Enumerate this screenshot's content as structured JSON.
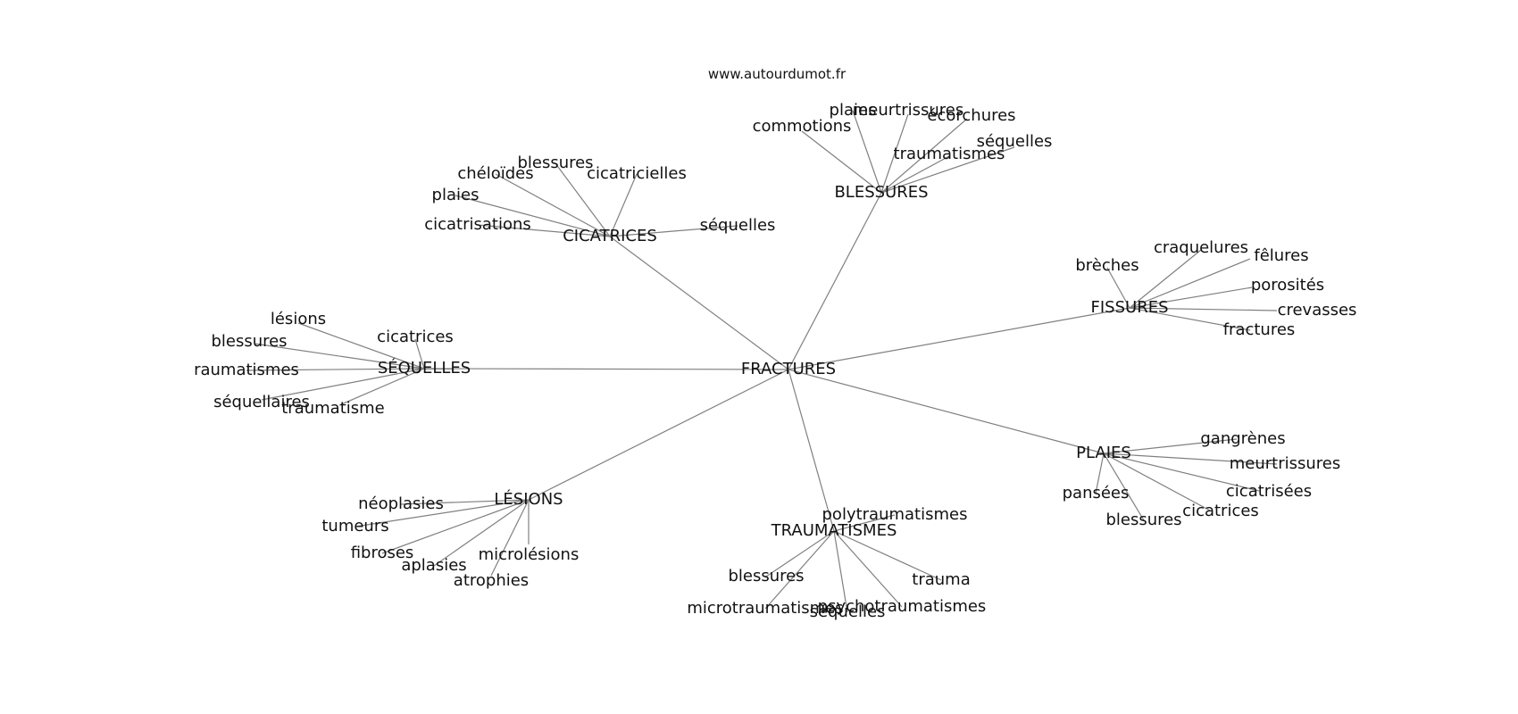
{
  "source": "www.autourdumot.fr",
  "center": "FRACTURES",
  "groups": [
    {
      "id": "blessures-group",
      "label": "BLESSURES",
      "children": [
        "commotions",
        "plaies",
        "meurtrissures",
        "écorchures",
        "traumatismes",
        "séquelles"
      ]
    },
    {
      "id": "cicatrices-group",
      "label": "CICATRICES",
      "children": [
        "chéloïdes",
        "blessures",
        "cicatricielles",
        "plaies",
        "cicatrisations",
        "séquelles"
      ]
    },
    {
      "id": "fissures-group",
      "label": "FISSURES",
      "children": [
        "brèches",
        "craquelures",
        "fêlures",
        "porosités",
        "crevasses",
        "fractures"
      ]
    },
    {
      "id": "sequelles-group",
      "label": "SÉQUELLES",
      "children": [
        "lésions",
        "blessures",
        "cicatrices",
        "raumatismes",
        "séquellaires",
        "traumatisme"
      ]
    },
    {
      "id": "plaies-group",
      "label": "PLAIES",
      "children": [
        "gangrènes",
        "meurtrissures",
        "pansées",
        "cicatrisées",
        "cicatrices",
        "blessures"
      ]
    },
    {
      "id": "lesions-group",
      "label": "LÉSIONS",
      "children": [
        "néoplasies",
        "tumeurs",
        "fibroses",
        "aplasies",
        "microlésions",
        "atrophies"
      ]
    },
    {
      "id": "traumatismes-group",
      "label": "TRAUMATISMES",
      "children": [
        "polytraumatismes",
        "blessures",
        "trauma",
        "microtraumatismes",
        "psychotraumatismes",
        "séquelles"
      ]
    }
  ]
}
